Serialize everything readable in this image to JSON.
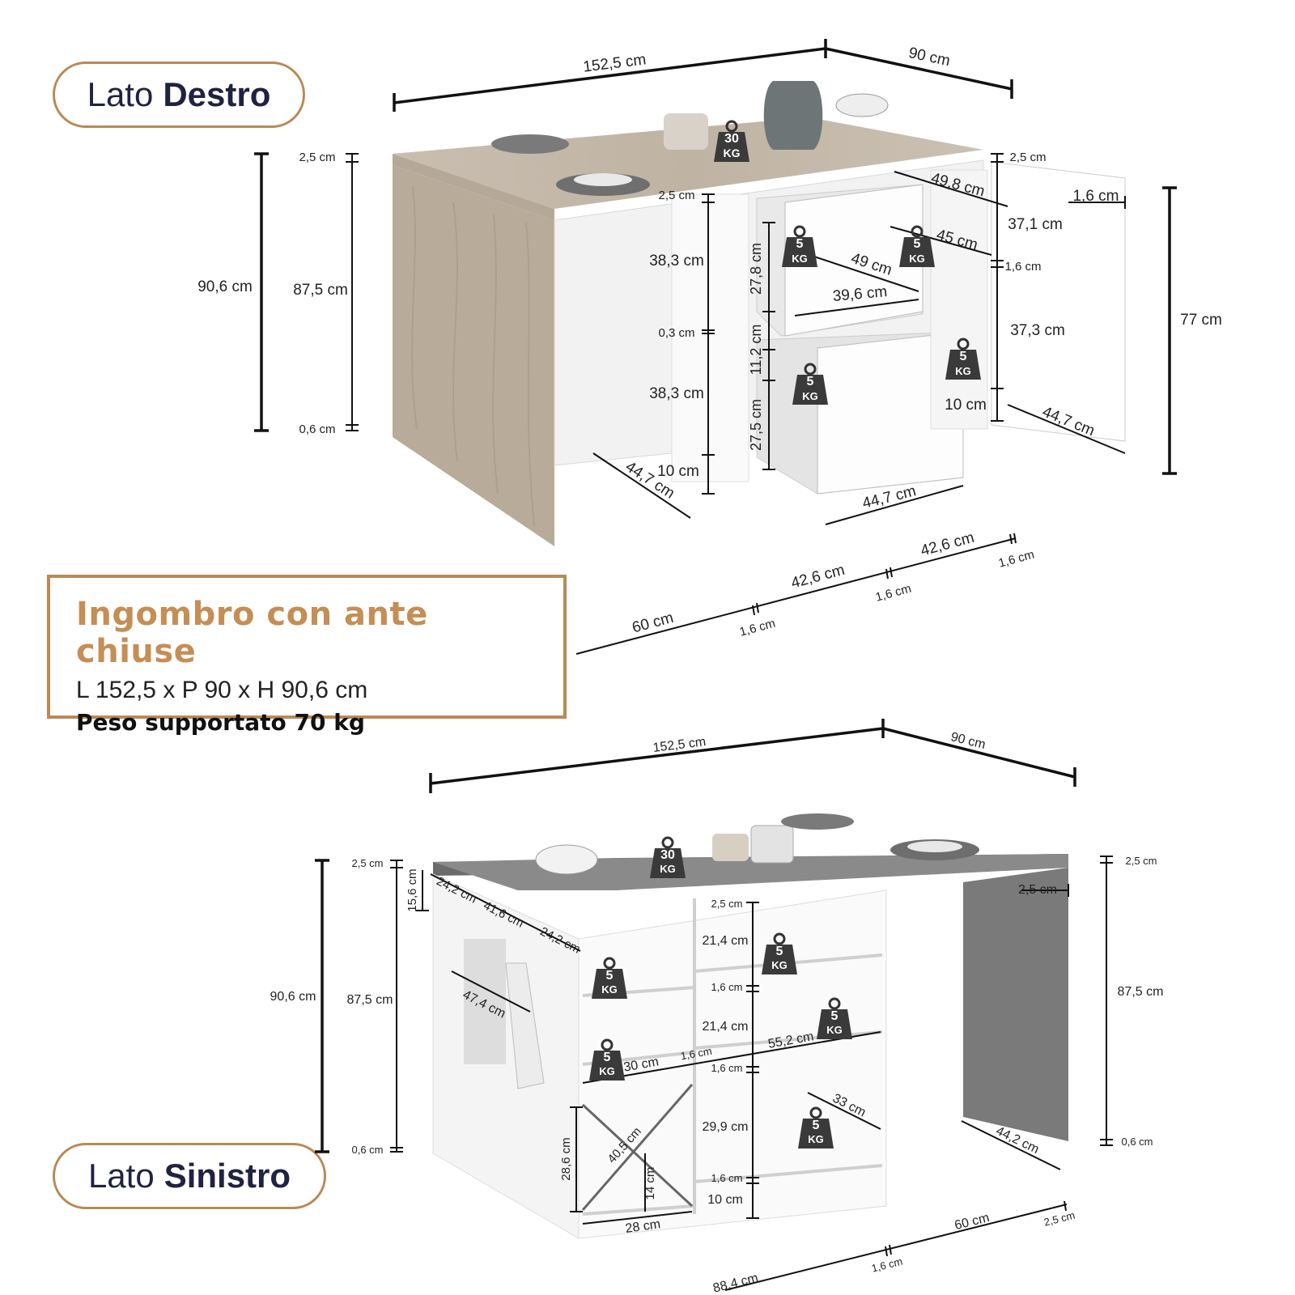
{
  "labels": {
    "right_side": {
      "prefix": "Lato",
      "bold": "Destro"
    },
    "left_side": {
      "prefix": "Lato",
      "bold": "Sinistro"
    }
  },
  "info": {
    "title": "Ingombro con ante chiuse",
    "dimensions": "L 152,5 x P 90 x H 90,6 cm",
    "weight": "Peso supportato 70 kg"
  },
  "top_view": {
    "width": "152,5 cm",
    "depth": "90 cm",
    "total_height": "90,6 cm",
    "body_height": "87,5 cm",
    "top_thickness": "2,5 cm",
    "base": "0,6 cm",
    "top_load": {
      "value": "30",
      "unit": "KG"
    },
    "drawer_load": {
      "value": "5",
      "unit": "KG"
    },
    "col_top": "2,5 cm",
    "shelf_h1": "38,3 cm",
    "shelf_gap": "0,3 cm",
    "shelf_h2": "38,3 cm",
    "plinth": "10 cm",
    "drawer_h1": "27,8 cm",
    "drawer_gap": "11,2 cm",
    "drawer_h2": "27,5 cm",
    "drawer_w1": "49,8 cm",
    "drawer_w2": "49 cm",
    "drawer_w3": "39,6 cm",
    "drawer_d": "45 cm",
    "door_top": "2,5 cm",
    "door_thick": "1,6 cm",
    "door_h1": "37,1 cm",
    "door_shelf": "1,6 cm",
    "door_h2": "37,3 cm",
    "door_plinth": "10 cm",
    "door_depth": "44,7 cm",
    "door_height": "77 cm",
    "left_depth": "44,7 cm",
    "drawer_front_w": "44,7 cm",
    "base_60": "60 cm",
    "base_426a": "42,6 cm",
    "base_426b": "42,6 cm",
    "sep1": "1,6 cm",
    "sep2": "1,6 cm",
    "sep3": "1,6 cm"
  },
  "bottom_view": {
    "width": "152,5 cm",
    "depth": "90 cm",
    "total_height": "90,6 cm",
    "body_height": "87,5 cm",
    "top_thickness": "2,5 cm",
    "base": "0,6 cm",
    "top_load": {
      "value": "30",
      "unit": "KG"
    },
    "side_h": "15,6 cm",
    "rail1": "24,2 cm",
    "rail2": "41,6 cm",
    "rail3": "24,2 cm",
    "towel": "47,4 cm",
    "col_top": "2,5 cm",
    "cell1": "21,4 cm",
    "shelf1": "1,6 cm",
    "cell2": "21,4 cm",
    "shelf2": "1,6 cm",
    "cell3": "29,9 cm",
    "shelf3": "1,6 cm",
    "plinth": "10 cm",
    "inner_w": "55,2 cm",
    "cell_w": "30 cm",
    "mid_sep": "1,6 cm",
    "shelf_d": "33 cm",
    "wine_h": "28,6 cm",
    "wine_diag": "40,5 cm",
    "wine_low": "14 cm",
    "wine_w": "28 cm",
    "right_top": "2,5 cm",
    "right_thick": "2,5 cm",
    "right_h": "87,5 cm",
    "right_base": "0,6 cm",
    "right_depth": "44,2 cm",
    "base_884": "88,4 cm",
    "base_sep": "1,6 cm",
    "base_60": "60 cm",
    "base_end": "2,5 cm"
  }
}
